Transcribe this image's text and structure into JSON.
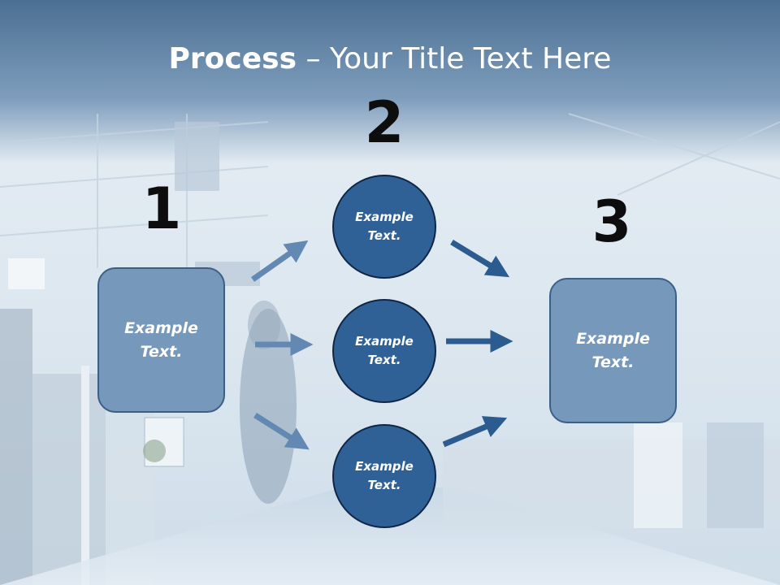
{
  "title": {
    "bold": "Process",
    "rest": " – Your Title Text Here"
  },
  "steps": {
    "one": "1",
    "two": "2",
    "three": "3"
  },
  "left_box": {
    "text": "Example\nText."
  },
  "circles": [
    {
      "text": "Example\nText."
    },
    {
      "text": "Example\nText."
    },
    {
      "text": "Example\nText."
    }
  ],
  "right_box": {
    "text": "Example\nText."
  },
  "colors": {
    "title_band": "#5a7fa3",
    "light_box": "#7698ba",
    "circle_fill": "#2f6197",
    "arrow_light": "#6389b3",
    "arrow_dark": "#2b5b8f"
  }
}
